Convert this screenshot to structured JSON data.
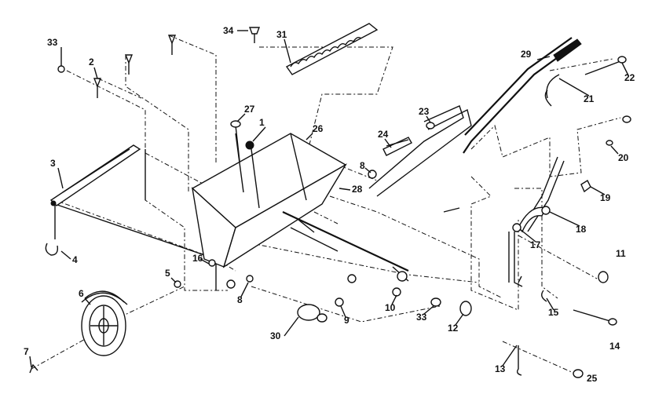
{
  "diagram": {
    "part_labels": [
      "1",
      "2",
      "3",
      "4",
      "5",
      "6",
      "7",
      "8",
      "8",
      "9",
      "10",
      "11",
      "12",
      "13",
      "14",
      "15",
      "16",
      "17",
      "18",
      "19",
      "20",
      "21",
      "22",
      "23",
      "24",
      "25",
      "26",
      "27",
      "28",
      "29",
      "30",
      "31",
      "33",
      "33",
      "34"
    ]
  }
}
